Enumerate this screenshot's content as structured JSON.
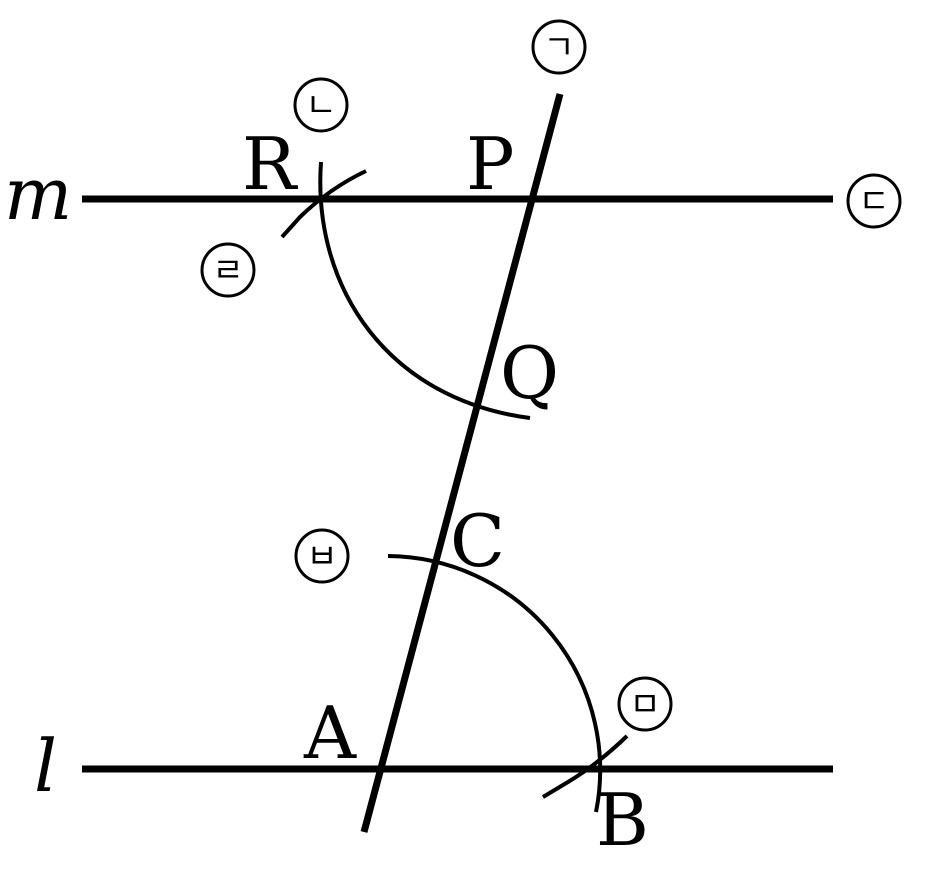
{
  "lines": {
    "m": "m",
    "l": "l"
  },
  "points": {
    "R": "R",
    "P": "P",
    "Q": "Q",
    "C": "C",
    "A": "A",
    "B": "B"
  },
  "steps": {
    "s1": "ㄱ",
    "s2": "ㄴ",
    "s3": "ㄷ",
    "s4": "ㄹ",
    "s5": "ㅁ",
    "s6": "ㅂ"
  }
}
